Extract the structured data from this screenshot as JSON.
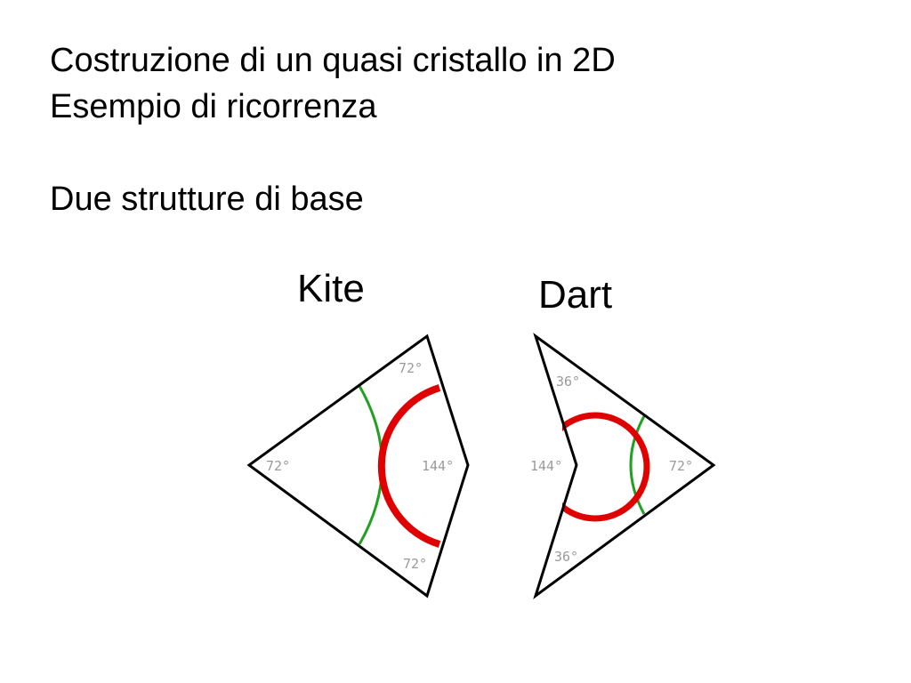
{
  "title": {
    "line1": "Costruzione di un quasi cristallo in 2D",
    "line2": "Esempio di ricorrenza",
    "line3": "Due strutture di base"
  },
  "kite": {
    "label": "Kite",
    "angles": {
      "top": "72°",
      "left": "72°",
      "right": "144°",
      "bottom": "72°"
    }
  },
  "dart": {
    "label": "Dart",
    "angles": {
      "top": "36°",
      "inner": "144°",
      "right": "72°",
      "bottom": "36°"
    }
  },
  "colors": {
    "outline": "#000000",
    "red_arc": "#e00000",
    "green_arc": "#22a022",
    "angle_text": "#9a9a9a"
  }
}
